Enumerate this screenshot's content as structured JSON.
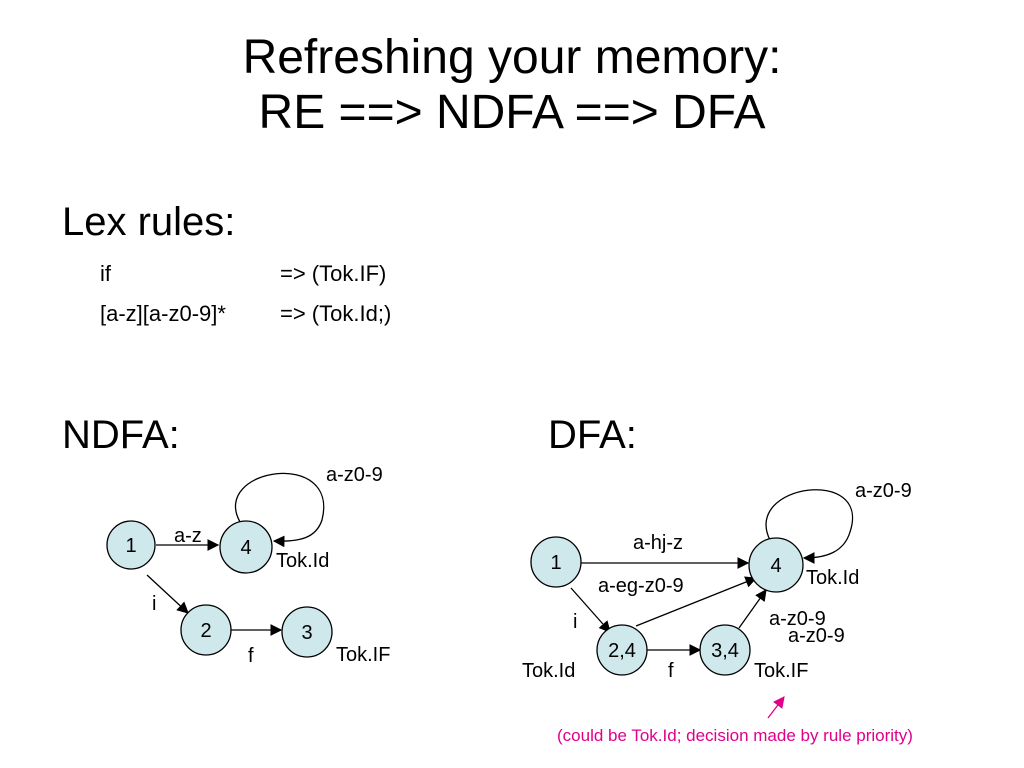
{
  "title": {
    "line1": "Refreshing your memory:",
    "line2": "RE ==> NDFA ==> DFA"
  },
  "lex": {
    "heading": "Lex rules:",
    "rules": [
      {
        "pattern": "if",
        "action": "=> (Tok.IF)"
      },
      {
        "pattern": "[a-z][a-z0-9]*",
        "action": "=> (Tok.Id;)"
      }
    ]
  },
  "ndfa": {
    "heading": "NDFA:",
    "states": [
      "1",
      "4",
      "2",
      "3"
    ],
    "edge_labels": {
      "e_1_4": "a-z",
      "e_4_4": "a-z0-9",
      "e_1_2": "i",
      "e_2_3": "f"
    },
    "accept_labels": {
      "s4": "Tok.Id",
      "s3": "Tok.IF"
    }
  },
  "dfa": {
    "heading": "DFA:",
    "states": [
      "1",
      "4",
      "2,4",
      "3,4"
    ],
    "edge_labels": {
      "e_1_4": "a-hj-z",
      "e_4_4": "a-z0-9",
      "e_1_24": "i",
      "e_24_4": "a-eg-z0-9",
      "e_24_34": "f",
      "e_34_4_a": "a-z0-9",
      "e_34_4_b": "a-z0-9"
    },
    "accept_labels": {
      "s4": "Tok.Id",
      "s24": "Tok.Id",
      "s34": "Tok.IF"
    }
  },
  "note": {
    "text": "(could be Tok.Id; decision made by rule priority)",
    "color": "#e0008c"
  },
  "colors": {
    "state_fill": "#cfe8ec",
    "note": "#e0008c"
  }
}
